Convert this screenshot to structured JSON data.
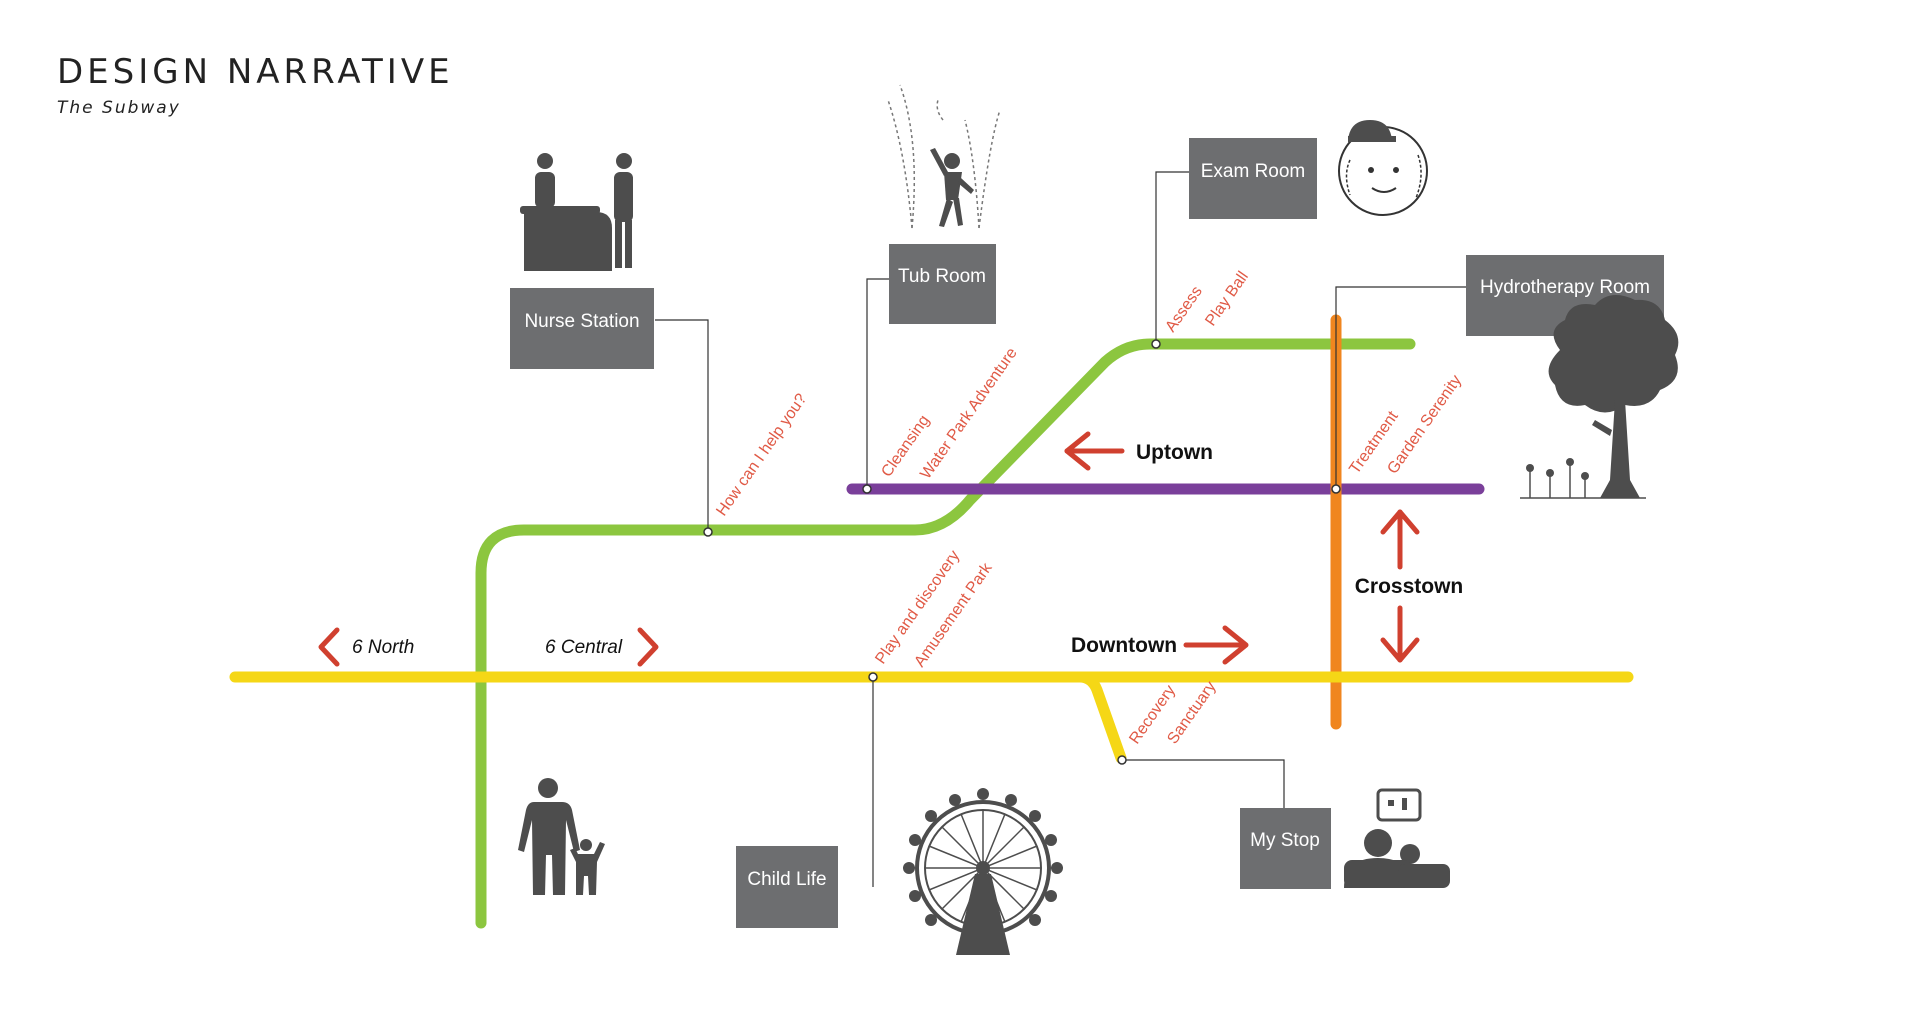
{
  "header": {
    "title": "DESIGN NARRATIVE",
    "subtitle": "The Subway"
  },
  "colors": {
    "green_line": "#8cc63f",
    "yellow_line": "#f5d716",
    "purple_line": "#7a3f9a",
    "orange_line": "#f0861f",
    "box": "#6d6e70",
    "tag": "#e05a46",
    "arrow": "#d0402f",
    "icon": "#4d4d4d"
  },
  "stations": {
    "nurse_station": "Nurse Station",
    "tub_room": "Tub Room",
    "exam_room": "Exam Room",
    "hydrotherapy_room": "Hydrotherapy Room",
    "child_life": "Child Life",
    "my_stop": "My Stop"
  },
  "stop_tags": {
    "help": "How can I help you?",
    "cleansing": "Cleansing",
    "water_park": "Water Park Adventure",
    "assess": "Assess",
    "play_ball": "Play Ball",
    "treatment": "Treatment",
    "garden_serenity": "Garden Serenity",
    "play_discovery": "Play and discovery",
    "amusement_park": "Amusement Park",
    "recovery": "Recovery",
    "sanctuary": "Sanctuary"
  },
  "directions": {
    "uptown": "Uptown",
    "downtown": "Downtown",
    "crosstown": "Crosstown",
    "six_north": "6 North",
    "six_central": "6 Central"
  },
  "icons": [
    "reception-desk-icon",
    "fountain-child-icon",
    "baseball-face-icon",
    "tree-icon",
    "parent-child-icon",
    "ferris-wheel-icon",
    "family-tv-icon"
  ]
}
